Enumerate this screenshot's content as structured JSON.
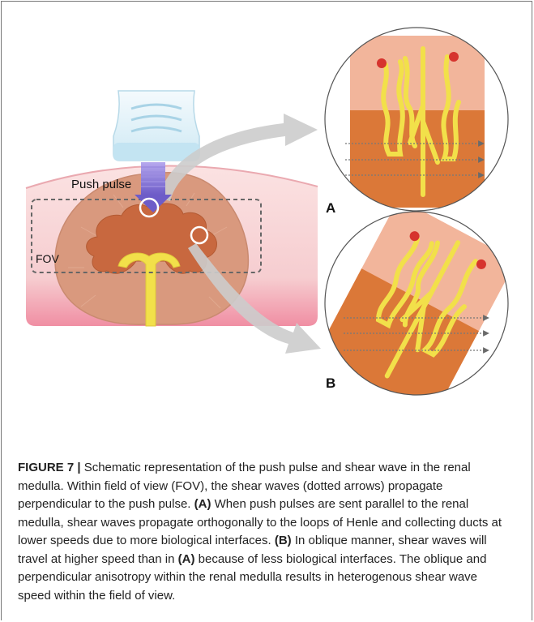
{
  "figure": {
    "labels": {
      "push_pulse": "Push pulse",
      "fov": "FOV",
      "panel_a": "A",
      "panel_b": "B"
    }
  },
  "caption": {
    "figure_label": "FIGURE 7 |",
    "text_1": " Schematic representation of the push pulse and shear wave in the renal medulla. Within field of view (FOV), the shear waves (dotted arrows) propagate perpendicular to the push pulse. ",
    "ref_a": "(A)",
    "text_2": " When push pulses are sent parallel to the renal medulla, shear waves propagate orthogonally to the loops of Henle and collecting ducts at lower speeds due to more biological interfaces. ",
    "ref_b": "(B)",
    "text_3": " In oblique manner, shear waves will travel at higher speed than in ",
    "ref_a2": "(A)",
    "text_4": " because of less biological interfaces. The oblique and perpendicular anisotropy within the renal medulla results in heterogenous shear wave speed within the field of view."
  },
  "colors": {
    "skin": "#f7cfcf",
    "cortex": "#d9997e",
    "medulla": "#c8683f",
    "ureter": "#f2e04a",
    "push_arrow": "#8a78d6",
    "curve_arrow": "#c8c8c8",
    "zoom_light": "#f2b59b",
    "zoom_dark": "#db7838"
  }
}
